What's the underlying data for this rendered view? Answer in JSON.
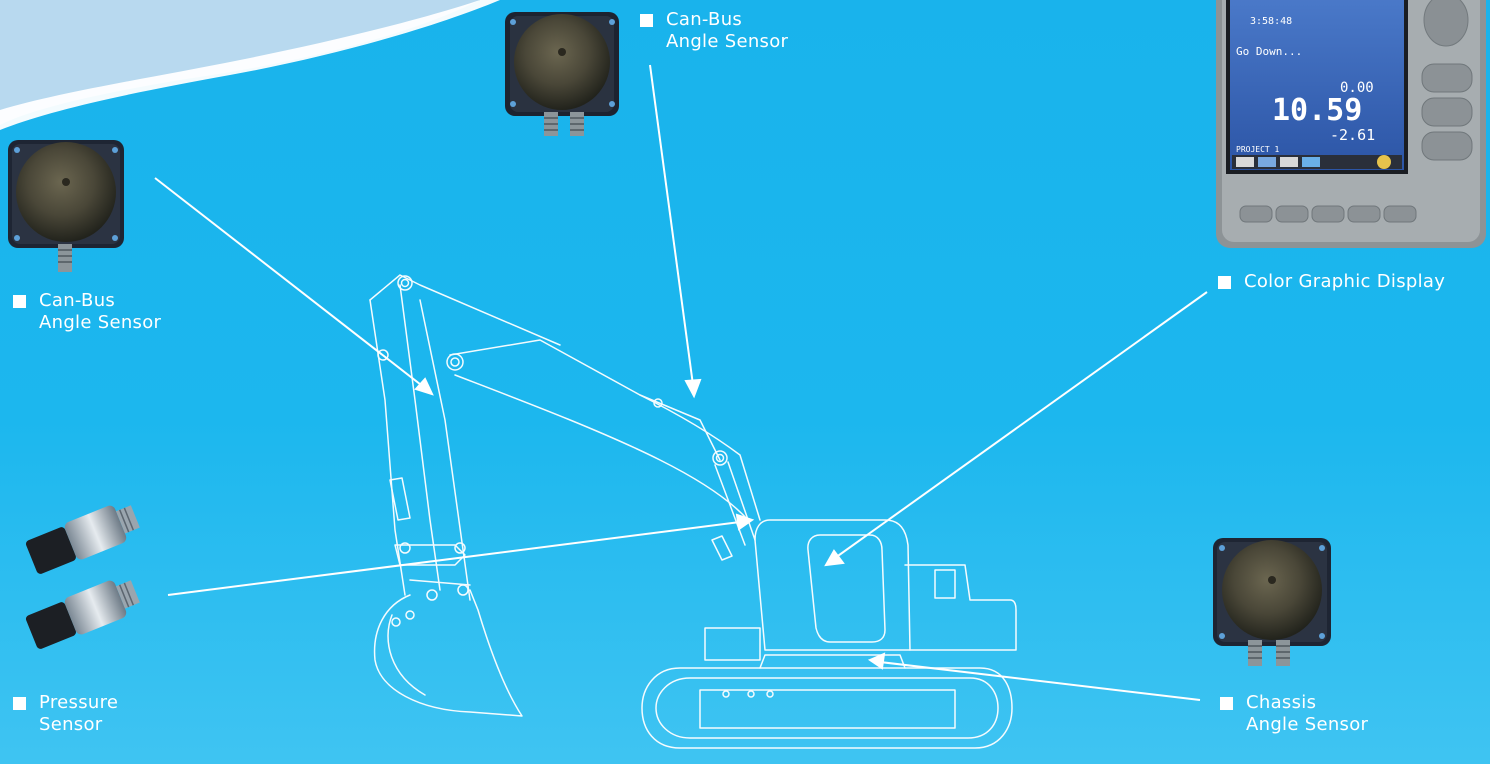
{
  "labels": {
    "top_sensor": {
      "line1": "Can-Bus",
      "line2": "Angle Sensor"
    },
    "left_sensor": {
      "line1": "Can-Bus",
      "line2": "Angle Sensor"
    },
    "display": {
      "line1": "Color Graphic Display"
    },
    "pressure": {
      "line1": "Pressure",
      "line2": "Sensor"
    },
    "chassis": {
      "line1": "Chassis",
      "line2": "Angle Sensor"
    }
  },
  "display_screen": {
    "time": "3:58:48",
    "status": "Go Down...",
    "reading_small": "0.00",
    "reading_large": "10.59",
    "reading_neg": "-2.61",
    "project": "PROJECT 1"
  },
  "colors": {
    "background_top": "#19b3ec",
    "background_bottom": "#3fc4f2",
    "line": "#ffffff",
    "label": "#ffffff"
  },
  "icons": [
    "angle-sensor-icon",
    "pressure-sensor-icon",
    "display-unit-icon",
    "excavator-outline"
  ]
}
